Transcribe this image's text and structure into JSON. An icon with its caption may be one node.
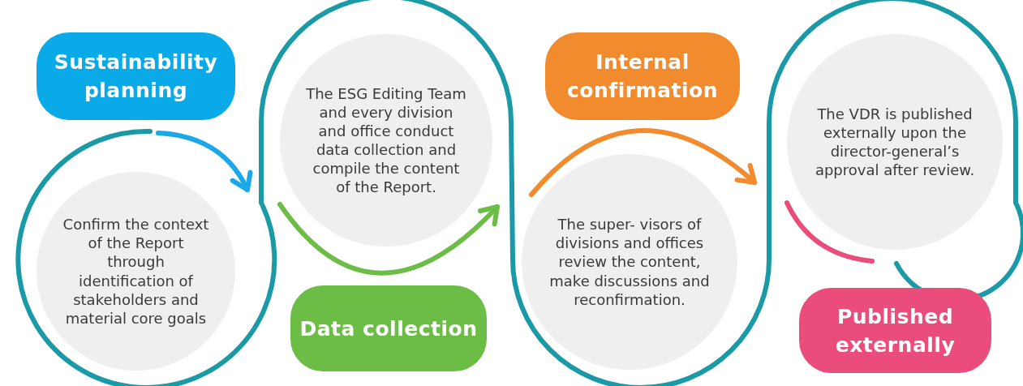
{
  "diagram": {
    "nodes": [
      {
        "text": [
          "Sustainability planning"
        ]
      },
      {
        "text": [
          "Confirm the context of the Report through identification of stakeholders and material core goals"
        ]
      },
      {
        "text": [
          "The ESG Editing Team and every division and office conduct data collection and compile the content of the Report."
        ]
      },
      {
        "text": [
          "Data collection"
        ]
      },
      {
        "text": [
          "Internal confirmation"
        ]
      },
      {
        "text": [
          "The super- visors of divisions and offices review the content, make discussions and reconfirmation."
        ]
      },
      {
        "text": [
          "The VDR is published externally upon the director-general’s approval after review."
        ]
      },
      {
        "text": [
          "Published externally"
        ]
      }
    ],
    "edges": [
      {
        "from": 0,
        "to": 2,
        "arrow": "to",
        "color": "#1aa8e8"
      },
      {
        "from": 2,
        "to": 5,
        "arrow": "to",
        "color": "#6cbd45"
      },
      {
        "from": 5,
        "to": 6,
        "arrow": "to",
        "color": "#f28a2e"
      }
    ]
  }
}
